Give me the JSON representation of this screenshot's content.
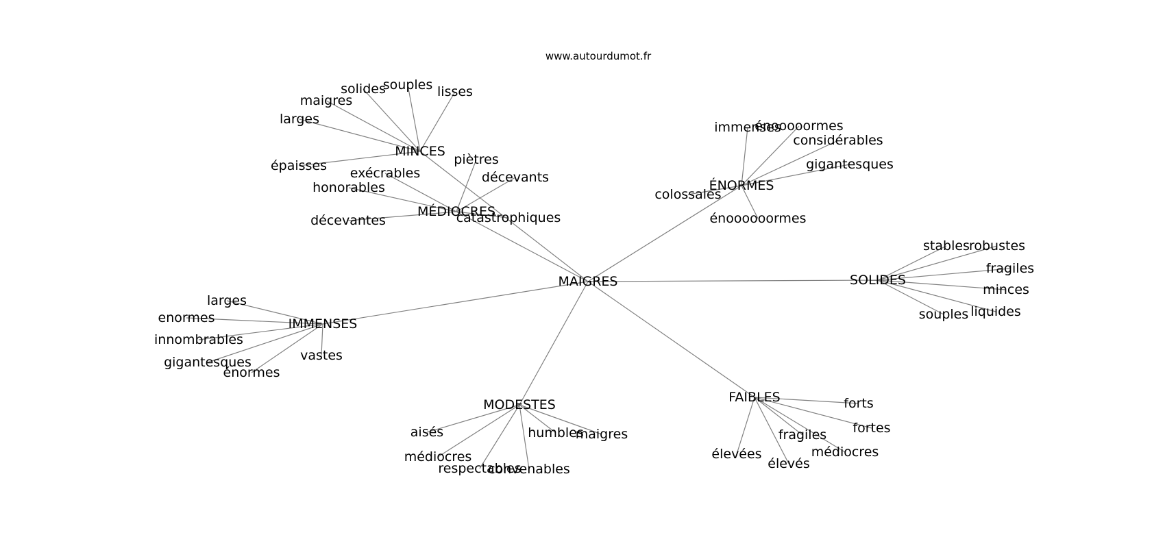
{
  "site": "www.autourdumot.fr",
  "center": "MAIGRES",
  "hubs": [
    {
      "label": "MINCES",
      "leaves": [
        "solides",
        "souples",
        "lisses",
        "maigres",
        "larges",
        "épaisses"
      ]
    },
    {
      "label": "MÉDIOCRES",
      "leaves": [
        "exécrables",
        "piètres",
        "décevants",
        "honorables",
        "décevantes",
        "catastrophiques"
      ]
    },
    {
      "label": "ÉNORMES",
      "leaves": [
        "immenses",
        "énooooormes",
        "considérables",
        "gigantesques",
        "colossales",
        "énoooooormes"
      ]
    },
    {
      "label": "SOLIDES",
      "leaves": [
        "stables",
        "robustes",
        "fragiles",
        "minces",
        "liquides",
        "souples"
      ]
    },
    {
      "label": "IMMENSES",
      "leaves": [
        "larges",
        "enormes",
        "innombrables",
        "gigantesques",
        "énormes",
        "vastes"
      ]
    },
    {
      "label": "MODESTES",
      "leaves": [
        "aisés",
        "humbles",
        "maigres",
        "médiocres",
        "respectables",
        "convenables"
      ]
    },
    {
      "label": "FAIBLES",
      "leaves": [
        "forts",
        "fortes",
        "fragiles",
        "médiocres",
        "élevées",
        "élevés"
      ]
    }
  ]
}
